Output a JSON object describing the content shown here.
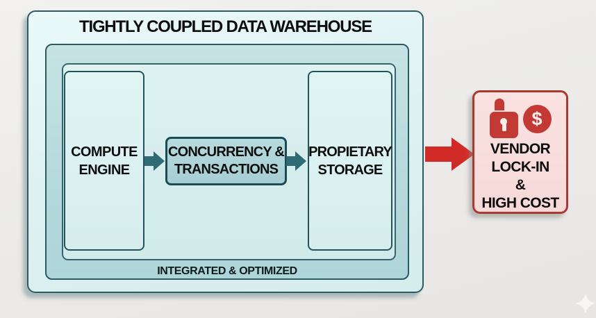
{
  "colors": {
    "teal_border": "#2b5a62",
    "teal_arrow": "#2f6b75",
    "outer_fill": "#e3f4f4",
    "middle_fill": "#b6dadc",
    "inner_fill": "#d6eeee",
    "node_fill": "#dcf1f1",
    "concurrency_fill": "#aed4d8",
    "red_arrow": "#d22b27",
    "outcome_fill": "#f8dedd",
    "outcome_border": "#a93a32",
    "icon_red": "#c23a33",
    "text_black": "#0e0e0e"
  },
  "warehouse": {
    "title": "TIGHTLY COUPLED DATA WAREHOUSE",
    "footer_label": "INTEGRATED & OPTIMIZED",
    "nodes": {
      "compute_engine": "COMPUTE\nENGINE",
      "concurrency_transactions": "CONCURRENCY &\nTRANSACTIONS",
      "proprietary_storage": "PROPIETARY\nSTORAGE"
    }
  },
  "outcome": {
    "label": "VENDOR\nLOCK-IN\n&\nHIGH COST"
  },
  "icons": {
    "lock": "padlock-icon",
    "dollar": "dollar-circle-icon",
    "dollar_glyph": "$",
    "flow_arrow": "block-arrow-right",
    "sparkle": "four-point-star"
  }
}
